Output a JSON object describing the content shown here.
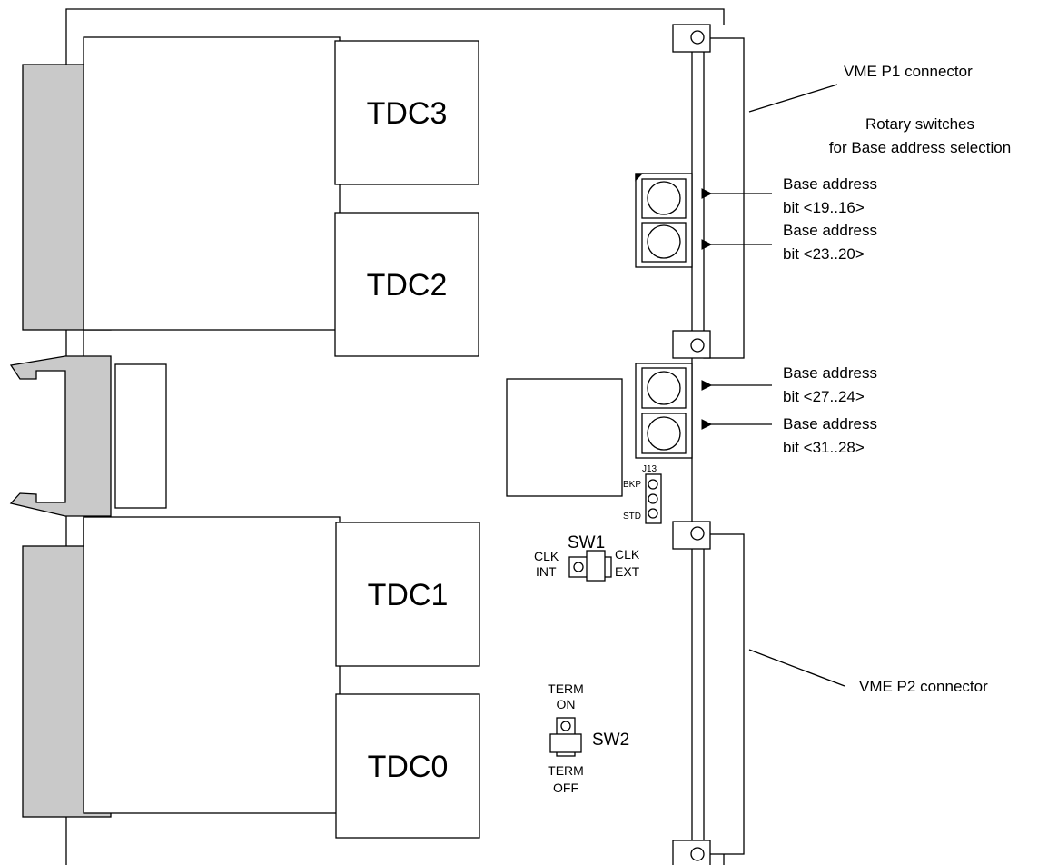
{
  "colors": {
    "line": "#000000",
    "connector_fill": "#c9c9c9",
    "background": "#ffffff"
  },
  "chips": {
    "tdc3": "TDC3",
    "tdc2": "TDC2",
    "tdc1": "TDC1",
    "tdc0": "TDC0"
  },
  "labels": {
    "vme_p1": "VME P1 connector",
    "vme_p2": "VME P2 connector",
    "rotary_line1": "Rotary switches",
    "rotary_line2": "for Base address selection",
    "base_19_16_line1": "Base address",
    "base_19_16_line2": "bit <19..16>",
    "base_23_20_line1": "Base address",
    "base_23_20_line2": "bit <23..20>",
    "base_27_24_line1": "Base address",
    "base_27_24_line2": "bit <27..24>",
    "base_31_28_line1": "Base address",
    "base_31_28_line2": "bit <31..28>",
    "j13": "J13",
    "bkp": "BKP",
    "std": "STD",
    "sw1": "SW1",
    "clk_int_line1": "CLK",
    "clk_int_line2": "INT",
    "clk_ext_line1": "CLK",
    "clk_ext_line2": "EXT",
    "sw2": "SW2",
    "term_on_line1": "TERM",
    "term_on_line2": "ON",
    "term_off_line1": "TERM",
    "term_off_line2": "OFF"
  }
}
